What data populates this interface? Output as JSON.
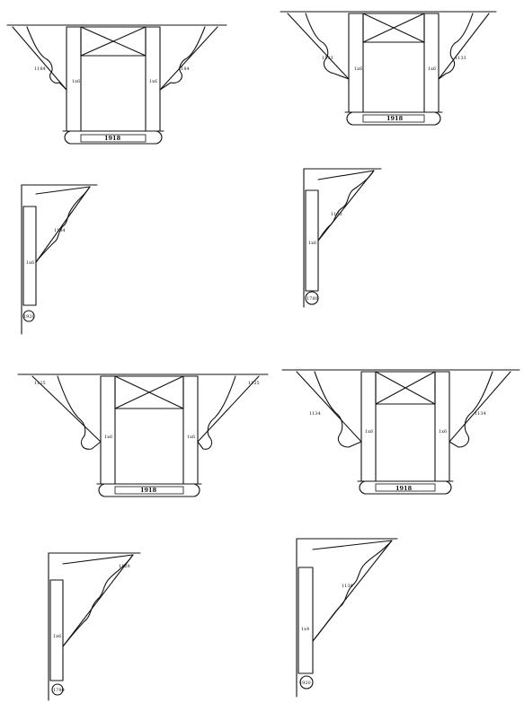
{
  "figures": [
    {
      "name": "double-bracket-1",
      "post_left_label": "1x6",
      "post_right_label": "1x6",
      "bracket_left_label": "1184",
      "bracket_right_label": "1184",
      "base_label": "1918"
    },
    {
      "name": "double-bracket-2",
      "post_left_label": "1x6",
      "post_right_label": "1x6",
      "bracket_left_label": "1133",
      "bracket_right_label": "1133",
      "base_label": "1918"
    },
    {
      "name": "single-bracket-1",
      "post_label": "1x6",
      "bracket_label": "1184",
      "base_label": "1920"
    },
    {
      "name": "single-bracket-2",
      "post_label": "1x6",
      "bracket_label": "1133",
      "base_label": "1780"
    },
    {
      "name": "double-bracket-3",
      "post_left_label": "1x6",
      "post_right_label": "1x6",
      "bracket_left_label": "1125",
      "bracket_right_label": "1125",
      "base_label": "1918"
    },
    {
      "name": "double-bracket-4",
      "post_left_label": "1x6",
      "post_right_label": "1x6",
      "bracket_left_label": "1134",
      "bracket_right_label": "1134",
      "base_label": "1918"
    },
    {
      "name": "single-bracket-3",
      "post_label": "1x6",
      "bracket_label": "1128",
      "base_label": "1780"
    },
    {
      "name": "single-bracket-4",
      "post_label": "1x4",
      "bracket_label": "1134",
      "base_label": "1920"
    }
  ]
}
